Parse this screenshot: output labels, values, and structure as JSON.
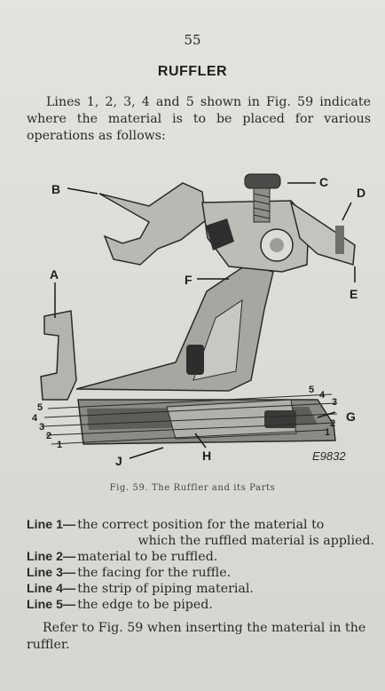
{
  "page_number": "55",
  "title": "RUFFLER",
  "intro": "Lines 1, 2, 3, 4 and 5 shown in Fig. 59 indicate where the material is to be placed for various operations as follows:",
  "figure": {
    "labels": [
      "A",
      "B",
      "C",
      "D",
      "E",
      "F",
      "G",
      "H",
      "J"
    ],
    "line_numbers": [
      "1",
      "2",
      "3",
      "4",
      "5"
    ],
    "plate_id": "E9832"
  },
  "caption": "Fig. 59. The Ruffler and its Parts",
  "lines": [
    {
      "label": "Line 1—",
      "text": "the correct position for the material to",
      "cont": "which the ruffled material is applied."
    },
    {
      "label": "Line 2—",
      "text": "material to be ruffled."
    },
    {
      "label": "Line 3—",
      "text": "the facing for the ruffle."
    },
    {
      "label": "Line 4—",
      "text": "the strip of piping material."
    },
    {
      "label": "Line 5—",
      "text": "the edge to be piped."
    }
  ],
  "refer": "Refer to Fig. 59 when inserting the material in the ruffler."
}
